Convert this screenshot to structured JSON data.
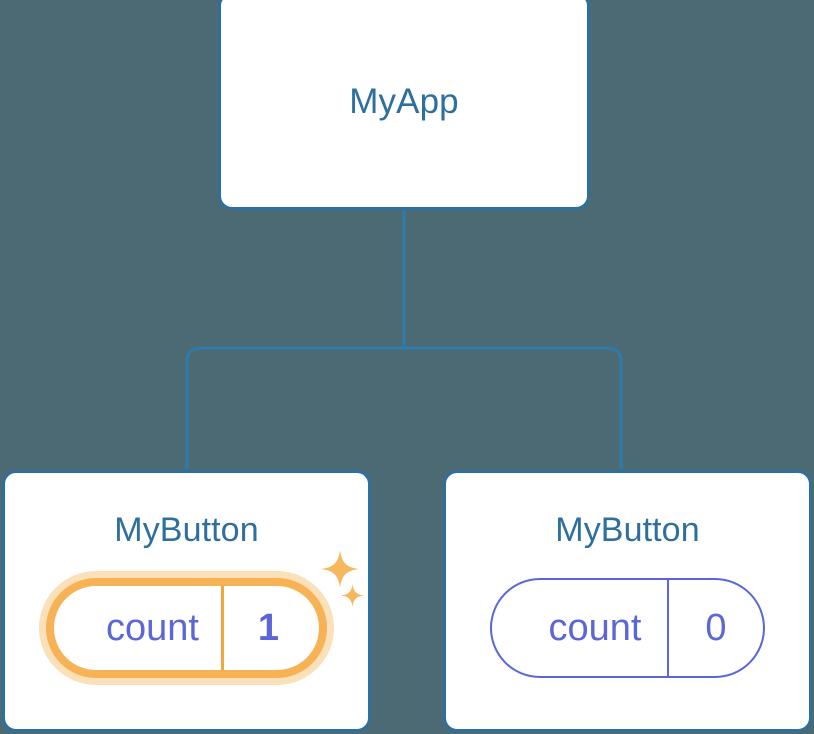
{
  "diagram": {
    "type": "component-tree",
    "background_color": "#4c6a74",
    "node_border_color": "#2e6f9e",
    "node_title_color": "#2e6f9e",
    "connector_color": "#2e7bab",
    "state_color": "#5c66d6",
    "highlight_color": "#f6b255",
    "highlight_glow_color": "#fbe0b9",
    "sparkle_color": "#f7b75c"
  },
  "root": {
    "title": "MyApp"
  },
  "children": [
    {
      "title": "MyButton",
      "state": {
        "key": "count",
        "value": "1"
      },
      "highlighted": true,
      "sparkles": [
        "sparkle-large",
        "sparkle-small"
      ]
    },
    {
      "title": "MyButton",
      "state": {
        "key": "count",
        "value": "0"
      },
      "highlighted": false,
      "sparkles": []
    }
  ]
}
